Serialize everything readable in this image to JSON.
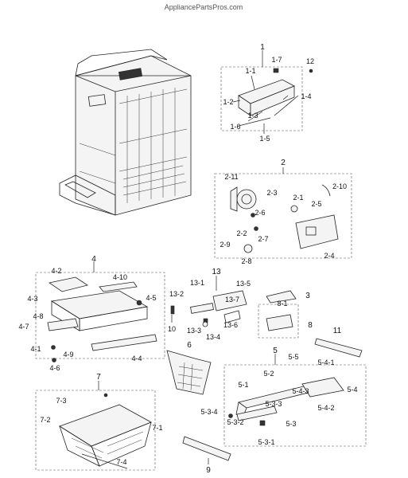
{
  "watermark": "AppliancePartsPros.com",
  "labels": {
    "g1": "1",
    "g1_1": "1-1",
    "g1_2": "1-2",
    "g1_3": "1-3",
    "g1_4": "1-4",
    "g1_5": "1-5",
    "g1_6": "1-6",
    "g1_7": "1-7",
    "g12": "12",
    "g2": "2",
    "g2_1": "2-1",
    "g2_2": "2-2",
    "g2_3": "2-3",
    "g2_4": "2-4",
    "g2_5": "2-5",
    "g2_6": "2-6",
    "g2_7": "2-7",
    "g2_8": "2-8",
    "g2_9": "2-9",
    "g2_10": "2-10",
    "g2_11": "2-11",
    "g3": "3",
    "g4": "4",
    "g4_1": "4-1",
    "g4_2": "4-2",
    "g4_3": "4-3",
    "g4_4": "4-4",
    "g4_5": "4-5",
    "g4_6": "4-6",
    "g4_7": "4-7",
    "g4_8": "4-8",
    "g4_9": "4-9",
    "g4_10": "4-10",
    "g5": "5",
    "g5_1": "5-1",
    "g5_2": "5-2",
    "g5_3": "5-3",
    "g5_3_1": "5-3-1",
    "g5_3_2": "5-3-2",
    "g5_3_3": "5-3-3",
    "g5_3_4": "5-3-4",
    "g5_4": "5-4",
    "g5_4_1": "5-4-1",
    "g5_4_2": "5-4-2",
    "g5_4_3": "5-4-3",
    "g5_5": "5-5",
    "g6": "6",
    "g7": "7",
    "g7_1": "7-1",
    "g7_2": "7-2",
    "g7_3": "7-3",
    "g7_4": "7-4",
    "g8": "8",
    "g8_1": "8-1",
    "g9": "9",
    "g10": "10",
    "g11": "11",
    "g13": "13",
    "g13_1": "13-1",
    "g13_2": "13-2",
    "g13_3": "13-3",
    "g13_4": "13-4",
    "g13_5": "13-5",
    "g13_6": "13-6",
    "g13_7": "13-7"
  }
}
